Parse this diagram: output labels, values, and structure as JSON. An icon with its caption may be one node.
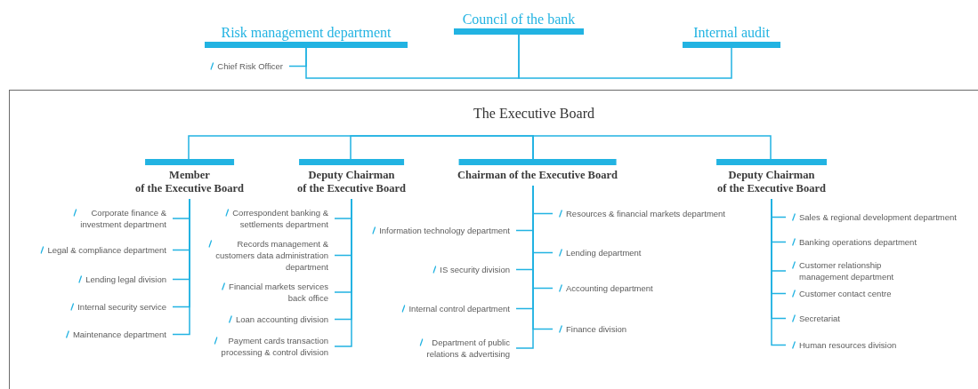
{
  "diagram": {
    "nodes": [
      {
        "text": [
          "Council of the bank"
        ]
      },
      {
        "text": [
          "Risk management department"
        ]
      },
      {
        "text": [
          "Internal audit"
        ]
      },
      {
        "text": [
          "Chief Risk Officer"
        ]
      },
      {
        "text": [
          "The Executive Board"
        ]
      },
      {
        "text": [
          "Member of the Executive Board"
        ],
        "in": 4
      },
      {
        "text": [
          "Deputy Chairman of the Executive Board"
        ],
        "in": 4
      },
      {
        "text": [
          "Chairman of the Executive Board"
        ],
        "in": 4
      },
      {
        "text": [
          "Deputy Chairman of the Executive Board"
        ],
        "in": 4
      },
      {
        "text": [
          "Corporate finance & investment department"
        ],
        "in": 4
      },
      {
        "text": [
          "Legal & compliance department"
        ],
        "in": 4
      },
      {
        "text": [
          "Lending legal division"
        ],
        "in": 4
      },
      {
        "text": [
          "Internal security service"
        ],
        "in": 4
      },
      {
        "text": [
          "Maintenance department"
        ],
        "in": 4
      },
      {
        "text": [
          "Correspondent banking & settlements department"
        ],
        "in": 4
      },
      {
        "text": [
          "Records management & customers data administration department"
        ],
        "in": 4
      },
      {
        "text": [
          "Financial markets services back office"
        ],
        "in": 4
      },
      {
        "text": [
          "Loan accounting division"
        ],
        "in": 4
      },
      {
        "text": [
          "Payment cards transaction processing & control division"
        ],
        "in": 4
      },
      {
        "text": [
          "Information technology department"
        ],
        "in": 4
      },
      {
        "text": [
          "IS security division"
        ],
        "in": 4
      },
      {
        "text": [
          "Internal control department"
        ],
        "in": 4
      },
      {
        "text": [
          "Department of public relations & advertising"
        ],
        "in": 4
      },
      {
        "text": [
          "Resources & financial markets department"
        ],
        "in": 4
      },
      {
        "text": [
          "Lending department"
        ],
        "in": 4
      },
      {
        "text": [
          "Accounting department"
        ],
        "in": 4
      },
      {
        "text": [
          "Finance division"
        ],
        "in": 4
      },
      {
        "text": [
          "Sales & regional development department"
        ],
        "in": 4
      },
      {
        "text": [
          "Banking operations department"
        ],
        "in": 4
      },
      {
        "text": [
          "Customer relationship management department"
        ],
        "in": 4
      },
      {
        "text": [
          "Customer contact centre"
        ],
        "in": 4
      },
      {
        "text": [
          "Secretariat"
        ],
        "in": 4
      },
      {
        "text": [
          "Human resources division"
        ],
        "in": 4
      }
    ],
    "edges": [
      {
        "from": 0,
        "to": 1,
        "arrow": "none"
      },
      {
        "from": 0,
        "to": 2,
        "arrow": "none"
      },
      {
        "from": 1,
        "to": 3,
        "arrow": "none"
      },
      {
        "from": 7,
        "to": 5,
        "arrow": "none"
      },
      {
        "from": 7,
        "to": 6,
        "arrow": "none"
      },
      {
        "from": 7,
        "to": 8,
        "arrow": "none"
      },
      {
        "from": 5,
        "to": 9,
        "arrow": "none"
      },
      {
        "from": 5,
        "to": 10,
        "arrow": "none"
      },
      {
        "from": 5,
        "to": 11,
        "arrow": "none"
      },
      {
        "from": 5,
        "to": 12,
        "arrow": "none"
      },
      {
        "from": 5,
        "to": 13,
        "arrow": "none"
      },
      {
        "from": 6,
        "to": 14,
        "arrow": "none"
      },
      {
        "from": 6,
        "to": 15,
        "arrow": "none"
      },
      {
        "from": 6,
        "to": 16,
        "arrow": "none"
      },
      {
        "from": 6,
        "to": 17,
        "arrow": "none"
      },
      {
        "from": 6,
        "to": 18,
        "arrow": "none"
      },
      {
        "from": 7,
        "to": 19,
        "arrow": "none"
      },
      {
        "from": 7,
        "to": 20,
        "arrow": "none"
      },
      {
        "from": 7,
        "to": 21,
        "arrow": "none"
      },
      {
        "from": 7,
        "to": 22,
        "arrow": "none"
      },
      {
        "from": 7,
        "to": 23,
        "arrow": "none"
      },
      {
        "from": 7,
        "to": 24,
        "arrow": "none"
      },
      {
        "from": 7,
        "to": 25,
        "arrow": "none"
      },
      {
        "from": 7,
        "to": 26,
        "arrow": "none"
      },
      {
        "from": 8,
        "to": 27,
        "arrow": "none"
      },
      {
        "from": 8,
        "to": 28,
        "arrow": "none"
      },
      {
        "from": 8,
        "to": 29,
        "arrow": "none"
      },
      {
        "from": 8,
        "to": 30,
        "arrow": "none"
      },
      {
        "from": 8,
        "to": 31,
        "arrow": "none"
      },
      {
        "from": 8,
        "to": 32,
        "arrow": "none"
      }
    ]
  }
}
